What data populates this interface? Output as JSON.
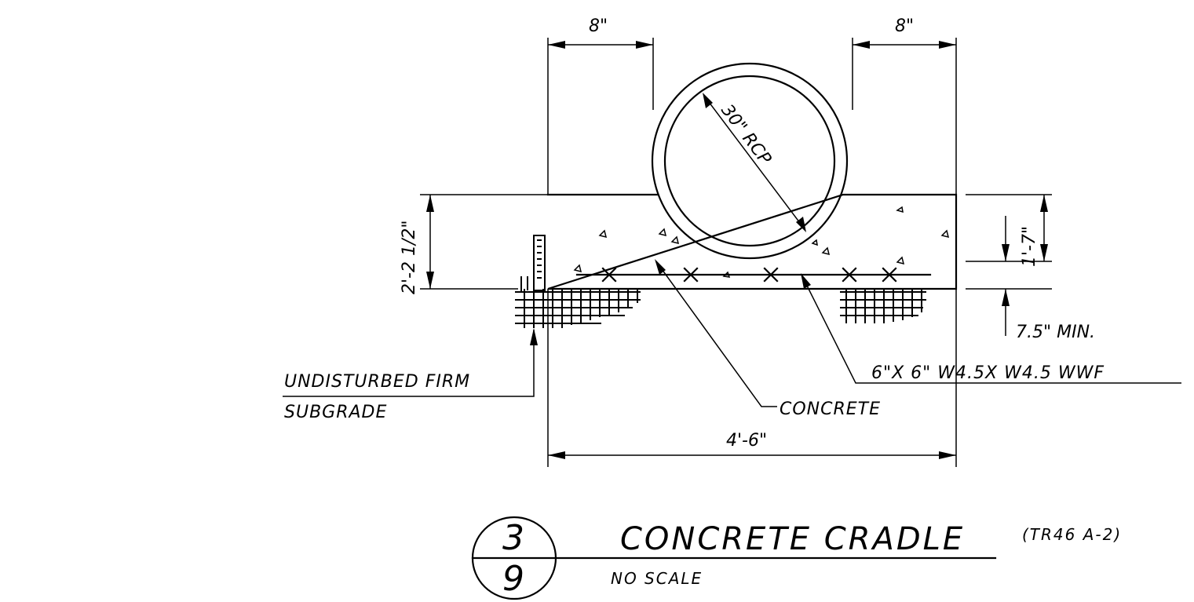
{
  "dimensions": {
    "left_top_width": "8\"",
    "right_top_width": "8\"",
    "pipe_diameter": "30\" RCP",
    "cradle_height": "2'-2 1/2\"",
    "right_height": "1'-7\"",
    "min_cover": "7.5\" MIN.",
    "total_width": "4'-6\""
  },
  "notes": {
    "reinforcement": "6\"X 6\" W4.5X W4.5 WWF",
    "concrete": "CONCRETE",
    "subgrade_line1": "UNDISTURBED FIRM",
    "subgrade_line2": "SUBGRADE"
  },
  "title_block": {
    "detail_number": "3",
    "sheet_number": "9",
    "title": "CONCRETE CRADLE",
    "reference": "(TR46 A-2)",
    "scale": "NO SCALE"
  }
}
